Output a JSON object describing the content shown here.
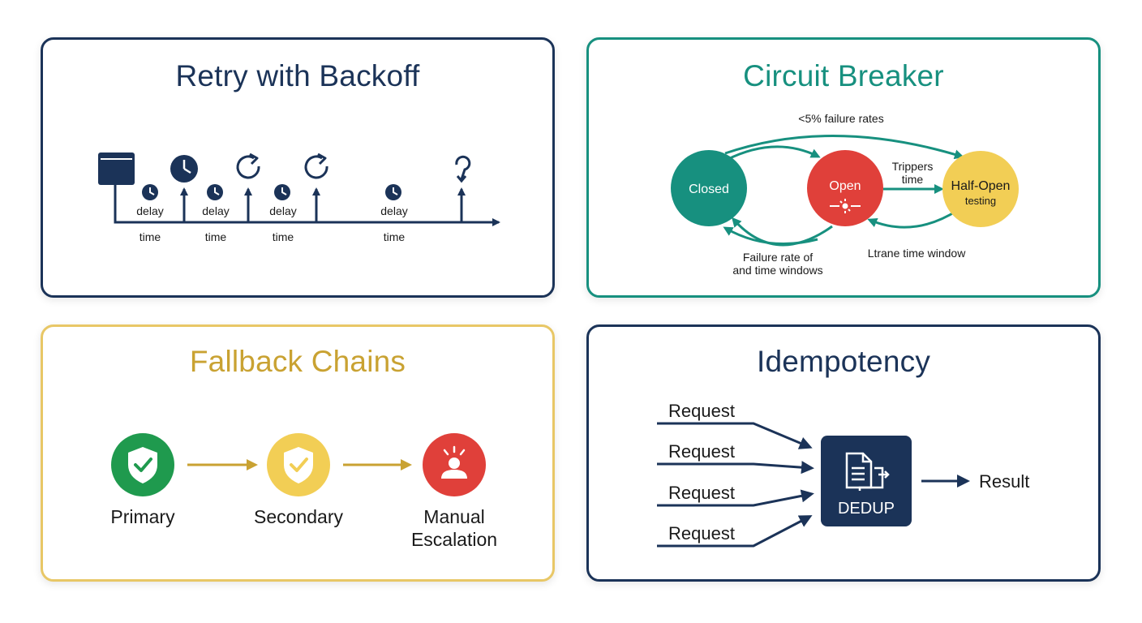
{
  "colors": {
    "navy": "#1b3358",
    "teal": "#17907f",
    "gold": "#c9a232",
    "gold_border": "#e8c766",
    "green": "#1f9a4e",
    "yellow": "#f2ce55",
    "red": "#e0403a",
    "text_dark": "#1a1a1a"
  },
  "retry": {
    "title": "Retry with Backoff",
    "delays": [
      "delay",
      "delay",
      "delay",
      "delay"
    ],
    "times": [
      "time",
      "time",
      "time",
      "time"
    ],
    "icons": [
      "window-icon",
      "clock-icon",
      "retry-icon",
      "retry-icon",
      "retry-arrow-icon"
    ]
  },
  "circuit": {
    "title": "Circuit Breaker",
    "states": {
      "closed": "Closed",
      "open": "Open",
      "half_open": "Half-Open",
      "half_open_sub": "testing"
    },
    "labels": {
      "top": "<5% failure rates",
      "trippers_1": "Trippers",
      "trippers_2": "time",
      "bottom_left_1": "Failure rate of",
      "bottom_left_2": "and time windows",
      "bottom_right": "Ltrane time window"
    }
  },
  "fallback": {
    "title": "Fallback Chains",
    "steps": [
      {
        "label_1": "Primary",
        "label_2": ""
      },
      {
        "label_1": "Secondary",
        "label_2": ""
      },
      {
        "label_1": "Manual",
        "label_2": "Escalation"
      }
    ]
  },
  "idempotency": {
    "title": "Idempotency",
    "requests": [
      "Request",
      "Request",
      "Request",
      "Request"
    ],
    "box_label": "DEDUP",
    "result": "Result"
  }
}
